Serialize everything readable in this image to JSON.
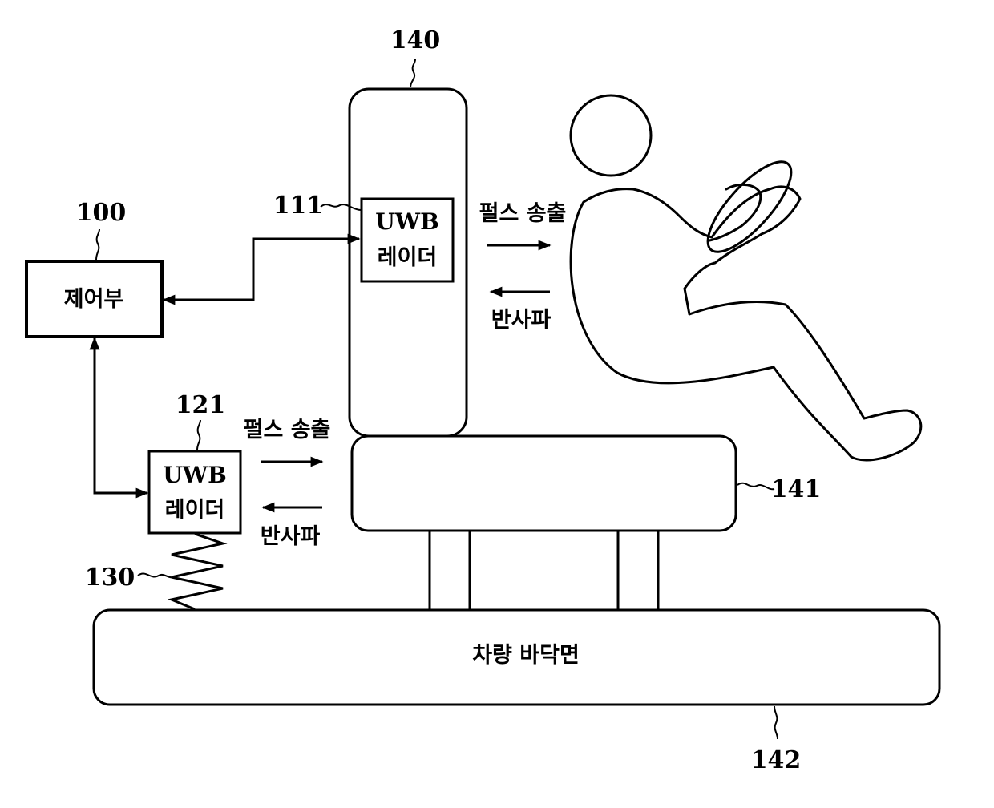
{
  "labels": {
    "ref_140": "140",
    "ref_111": "111",
    "ref_100": "100",
    "ref_121": "121",
    "ref_141": "141",
    "ref_130": "130",
    "ref_142": "142",
    "controller": "제어부",
    "radar_top_line1": "UWB",
    "radar_top_line2": "레이더",
    "radar_bottom_line1": "UWB",
    "radar_bottom_line2": "레이더",
    "pulse_top": "펄스 송출",
    "reflect_top": "반사파",
    "pulse_bottom": "펄스 송출",
    "reflect_bottom": "반사파",
    "floor": "차량 바닥면"
  }
}
